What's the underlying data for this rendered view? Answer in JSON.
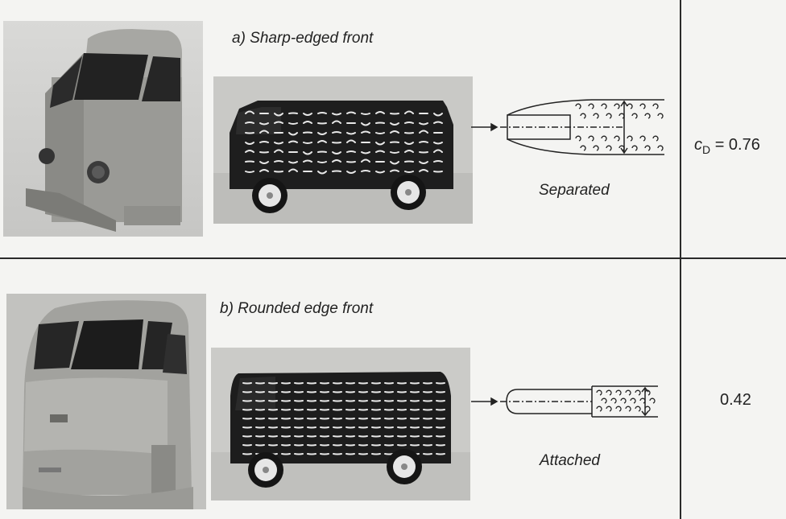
{
  "row_a": {
    "caption": "a) Sharp-edged front",
    "flow_label": "Separated",
    "cd_symbol": "c",
    "cd_subscript": "D",
    "cd_value": "= 0.76"
  },
  "row_b": {
    "caption": "b) Rounded edge front",
    "flow_label": "Attached",
    "cd_value": "0.42"
  }
}
